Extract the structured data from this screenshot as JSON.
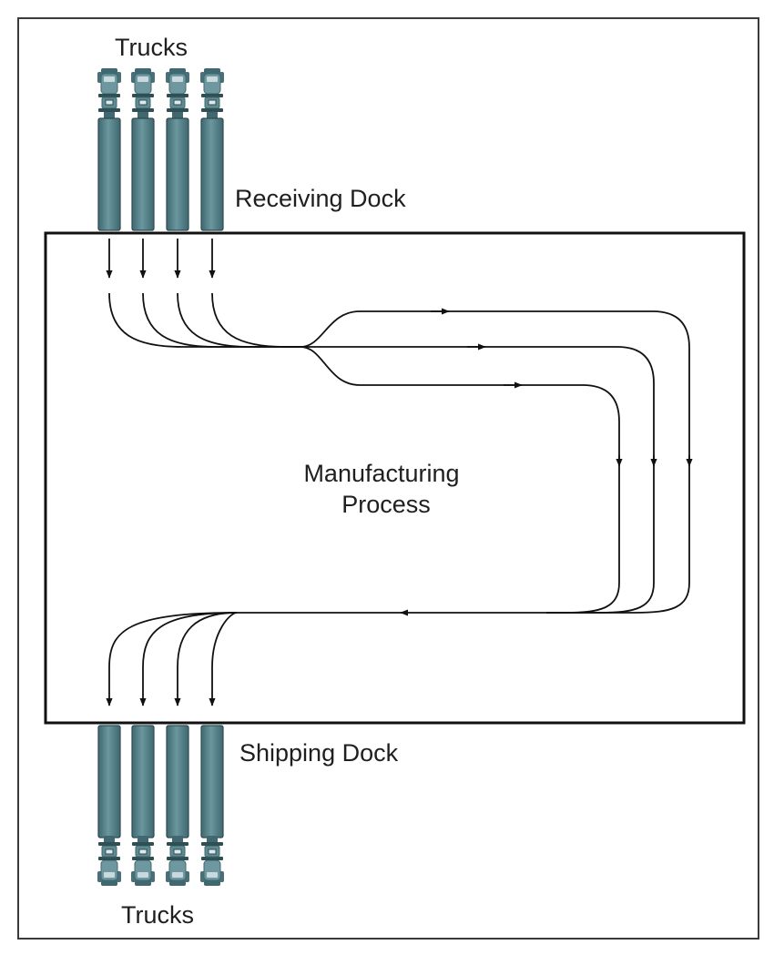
{
  "labels": {
    "top_trucks": "Trucks",
    "receiving_dock": "Receiving Dock",
    "process_line1": "Manufacturing",
    "process_line2": "Process",
    "shipping_dock": "Shipping Dock",
    "bottom_trucks": "Trucks"
  },
  "colors": {
    "truck_body": "#5f8a92",
    "truck_body_dark": "#3f6870",
    "truck_cab": "#6f979f",
    "line": "#111111"
  },
  "counts": {
    "receiving_trucks": 4,
    "shipping_trucks": 4,
    "process_flows": 3
  }
}
